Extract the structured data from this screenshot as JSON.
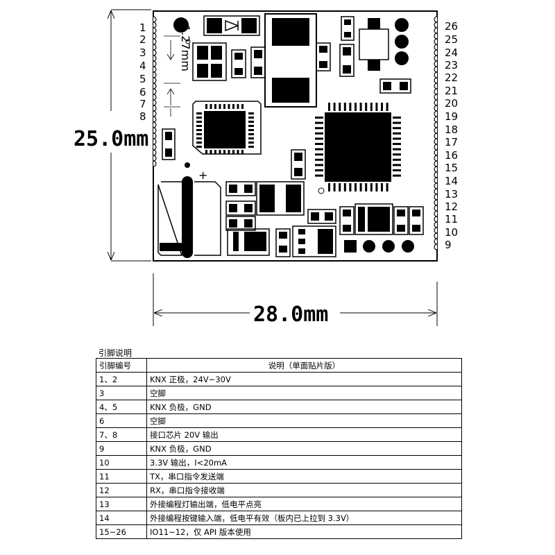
{
  "diagram": {
    "dim_height": "25.0mm",
    "dim_width": "28.0mm",
    "dim_pitch": "1.27mm",
    "plus_marker": "+",
    "left_pins": [
      "1",
      "2",
      "3",
      "4",
      "5",
      "6",
      "7",
      "8"
    ],
    "right_pins": [
      "26",
      "25",
      "24",
      "23",
      "22",
      "21",
      "20",
      "19",
      "18",
      "17",
      "16",
      "15",
      "14",
      "13",
      "12",
      "11",
      "10",
      "9"
    ]
  },
  "table": {
    "caption": "引脚说明",
    "headers": [
      "引脚编号",
      "说明（单面贴片版）"
    ],
    "rows": [
      [
        "1、2",
        "KNX 正极，24V~30V"
      ],
      [
        "3",
        "空脚"
      ],
      [
        "4、5",
        "KNX 负极，GND"
      ],
      [
        "6",
        "空脚"
      ],
      [
        "7、8",
        "接口芯片 20V 输出"
      ],
      [
        "9",
        "KNX 负极，GND"
      ],
      [
        "10",
        "3.3V 输出，I<20mA"
      ],
      [
        "11",
        "TX，串口指令发送端"
      ],
      [
        "12",
        "RX，串口指令接收端"
      ],
      [
        "13",
        "外接编程灯输出端，低电平点亮"
      ],
      [
        "14",
        "外接编程按键输入端，低电平有效（板内已上拉到 3.3V）"
      ],
      [
        "15~26",
        "IO11~12，仅 API 版本使用"
      ]
    ]
  }
}
